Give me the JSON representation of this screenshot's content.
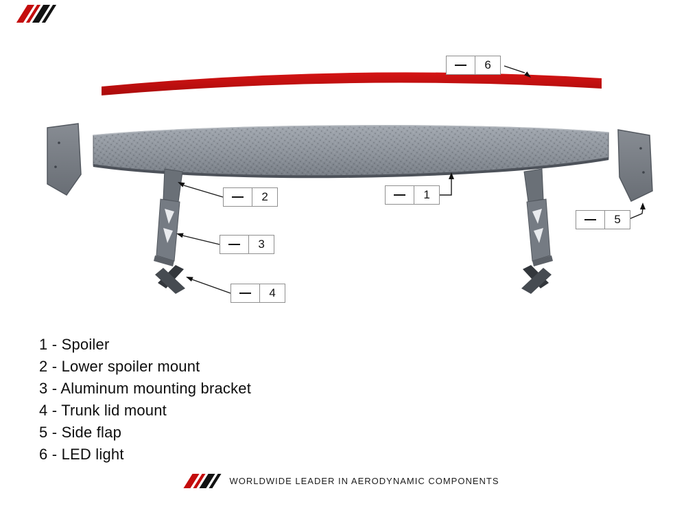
{
  "brand": {
    "footer_tagline": "WORLDWIDE LEADER IN AERODYNAMIC COMPONENTS"
  },
  "callouts": {
    "c1": "1",
    "c2": "2",
    "c3": "3",
    "c4": "4",
    "c5": "5",
    "c6": "6"
  },
  "legend": {
    "items": [
      "1 - Spoiler",
      "2 - Lower spoiler mount",
      "3 - Aluminum mounting bracket",
      "4 - Trunk lid mount",
      "5 - Side flap",
      "6 - LED light"
    ]
  },
  "colors": {
    "accent_red": "#c40d0d",
    "wing_gray": "#8d939b",
    "graphite": "#33373c",
    "background": "#ffffff"
  }
}
